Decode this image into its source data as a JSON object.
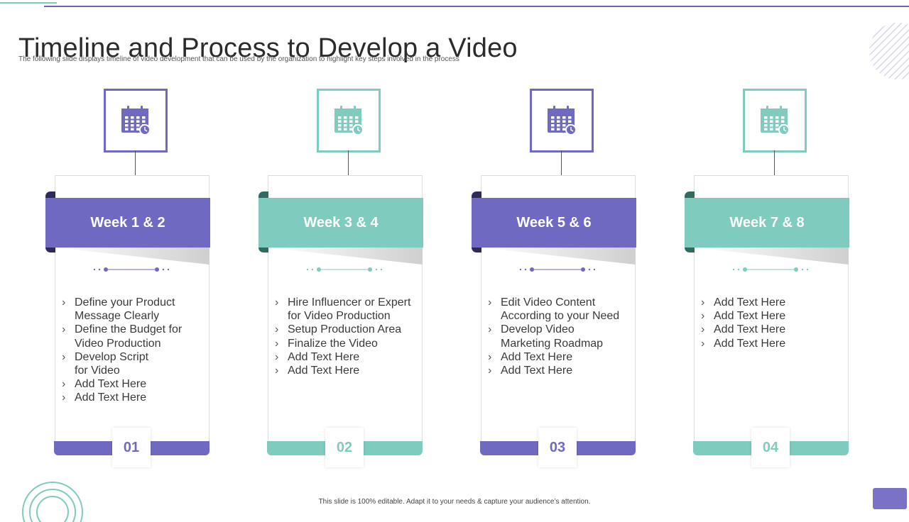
{
  "title": "Timeline and Process to Develop a Video",
  "subtitle": "The following slide displays  timeline  of video development that can be used by the organization to highlight  key steps involved in  the process",
  "footer": "This slide is 100% editable.  Adapt it to your needs & capture your audience’s attention.",
  "colors": {
    "purple": "#7069c2",
    "teal": "#7fcbbd",
    "purple_dark": "#2e2a5c",
    "teal_dark": "#2f6b5f"
  },
  "icons": {
    "step": "calendar-clock-icon"
  },
  "steps": [
    {
      "week": "Week 1 & 2",
      "number": "01",
      "color": "purple",
      "items": [
        "Define your Product",
        "Message Clearly",
        "Define the Budget for",
        "Video Production",
        "Develop Script",
        "for Video",
        "Add Text Here",
        "Add Text Here"
      ]
    },
    {
      "week": "Week 3 & 4",
      "number": "02",
      "color": "teal",
      "items": [
        "Hire Influencer  or Expert",
        "for Video Production",
        "Setup Production Area",
        "Finalize the Video",
        "Add Text Here",
        "Add Text Here"
      ]
    },
    {
      "week": "Week 5 & 6",
      "number": "03",
      "color": "purple",
      "items": [
        "Edit Video Content",
        "According to your Need",
        "Develop Video",
        "Marketing Roadmap",
        "Add Text Here",
        "Add Text Here"
      ]
    },
    {
      "week": "Week 7 & 8",
      "number": "04",
      "color": "teal",
      "items": [
        "Add Text Here",
        "Add Text Here",
        "Add Text Here",
        "Add Text Here"
      ]
    }
  ]
}
